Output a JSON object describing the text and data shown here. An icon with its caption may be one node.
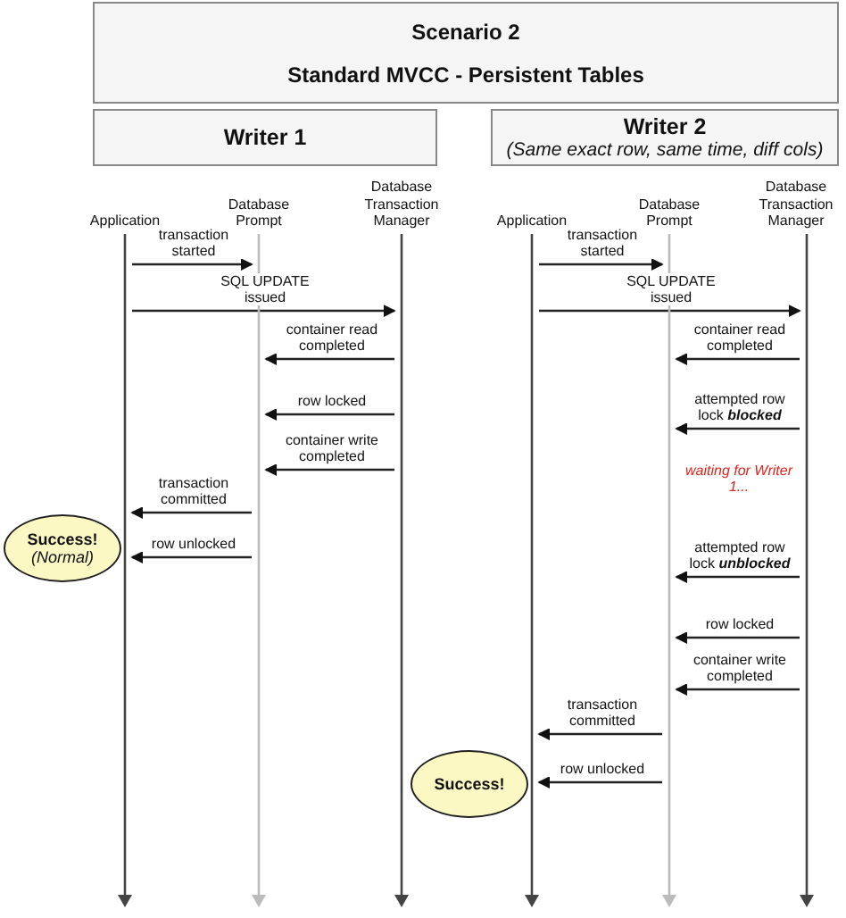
{
  "diagram": {
    "nodes": [
      {
        "text": [
          "Scenario 2",
          "Standard MVCC - Persistent Tables"
        ]
      },
      {
        "text": [
          "Writer 1"
        ]
      },
      {
        "text": [
          "Writer 2",
          "(Same exact row, same time, diff cols)"
        ]
      },
      {
        "text": [],
        "shape": "bar",
        "beside": [
          "Application"
        ]
      },
      {
        "text": [],
        "shape": "bar",
        "beside": [
          "Database Prompt"
        ]
      },
      {
        "text": [],
        "shape": "bar",
        "beside": [
          "Database Transaction Manager"
        ]
      },
      {
        "text": [],
        "shape": "bar",
        "beside": [
          "Application"
        ]
      },
      {
        "text": [],
        "shape": "bar",
        "beside": [
          "Database Prompt"
        ]
      },
      {
        "text": [],
        "shape": "bar",
        "beside": [
          "Database Transaction Manager"
        ]
      },
      {
        "text": [
          "Success!",
          "(Normal)"
        ]
      },
      {
        "text": [
          "Success!"
        ]
      }
    ],
    "edges": [
      {
        "from": 3,
        "to": 4,
        "arrow": "to",
        "label": "transaction started"
      },
      {
        "from": 3,
        "to": 5,
        "arrow": "to",
        "label": "SQL UPDATE issued"
      },
      {
        "from": 5,
        "to": 4,
        "arrow": "to",
        "label": "container read completed"
      },
      {
        "from": 5,
        "to": 4,
        "arrow": "to",
        "label": "row locked"
      },
      {
        "from": 5,
        "to": 4,
        "arrow": "to",
        "label": "container write completed"
      },
      {
        "from": 4,
        "to": 3,
        "arrow": "to",
        "label": "transaction committed"
      },
      {
        "from": 4,
        "to": 3,
        "arrow": "to",
        "label": "row unlocked"
      },
      {
        "from": 6,
        "to": 7,
        "arrow": "to",
        "label": "transaction started"
      },
      {
        "from": 6,
        "to": 8,
        "arrow": "to",
        "label": "SQL UPDATE issued"
      },
      {
        "from": 8,
        "to": 7,
        "arrow": "to",
        "label": "container read completed"
      },
      {
        "from": 8,
        "to": 7,
        "arrow": "to",
        "label": "attempted row lock **blocked**"
      },
      {
        "from": 8,
        "to": 7,
        "arrow": "to",
        "label": "attempted row lock **unblocked**"
      },
      {
        "from": 8,
        "to": 7,
        "arrow": "to",
        "label": "row locked"
      },
      {
        "from": 8,
        "to": 7,
        "arrow": "to",
        "label": "container write completed"
      },
      {
        "from": 7,
        "to": 6,
        "arrow": "to",
        "label": "transaction committed"
      },
      {
        "from": 7,
        "to": 6,
        "arrow": "to",
        "label": "row unlocked"
      }
    ],
    "labels": [
      "waiting for Writer 1..."
    ]
  }
}
